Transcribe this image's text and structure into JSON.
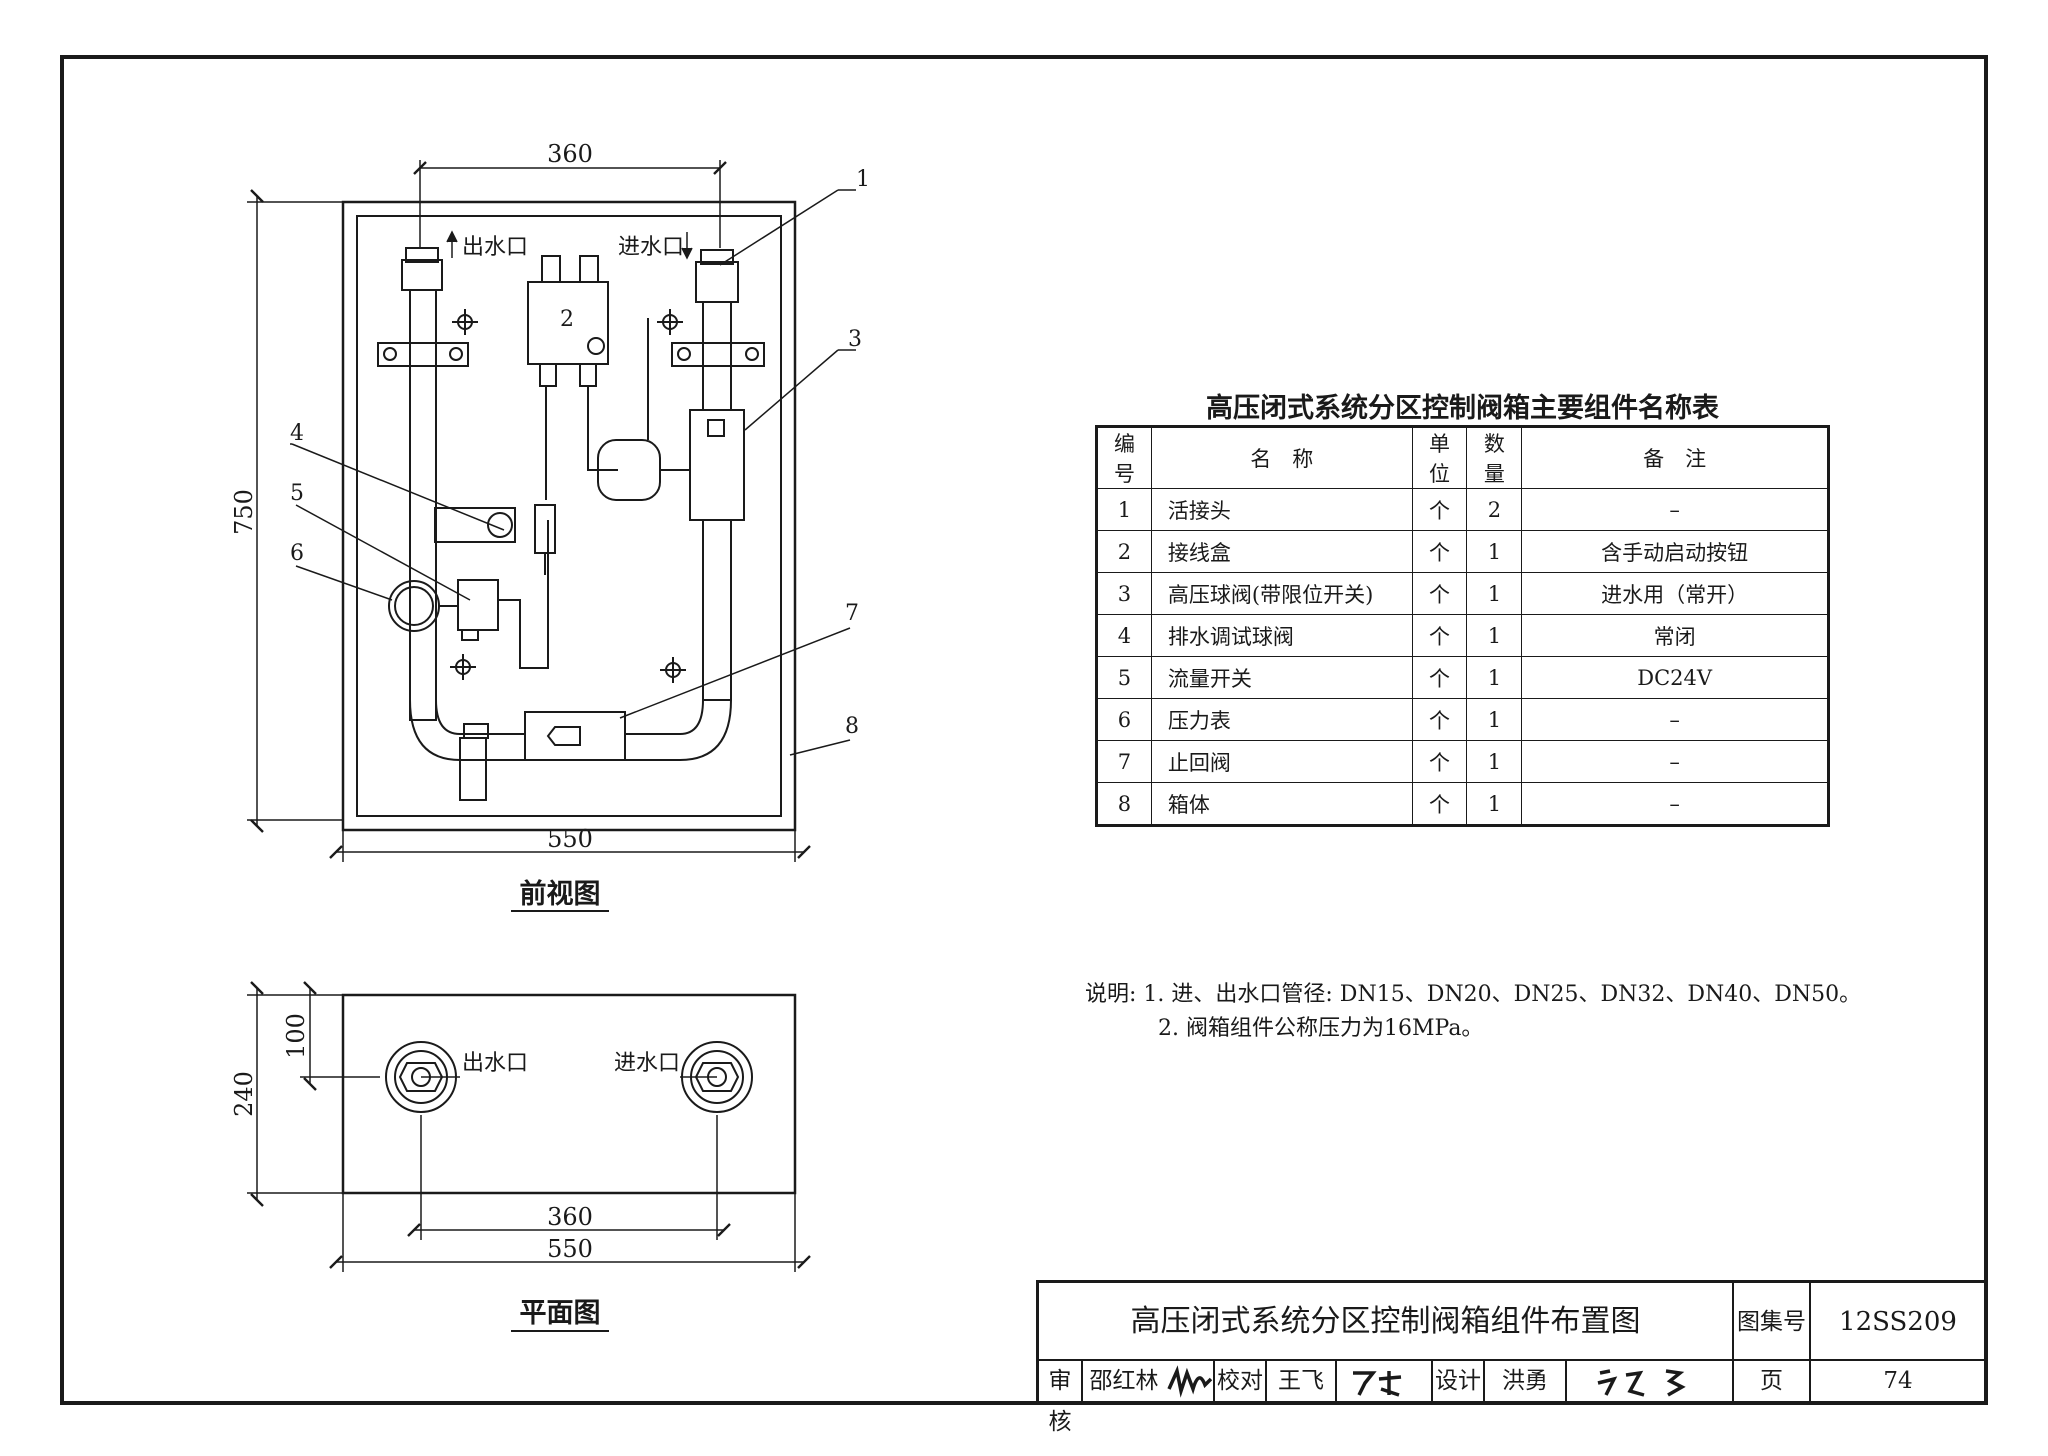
{
  "front_view": {
    "caption": "前视图",
    "dim_width": "550",
    "dim_height": "750",
    "dim_spacing": "360",
    "outlet_label": "出水口",
    "inlet_label": "进水口",
    "callouts": [
      "1",
      "2",
      "3",
      "4",
      "5",
      "6",
      "7",
      "8"
    ]
  },
  "plan_view": {
    "caption": "平面图",
    "dim_width": "550",
    "dim_depth": "240",
    "dim_offset": "100",
    "dim_spacing": "360",
    "outlet_label": "出水口",
    "inlet_label": "进水口"
  },
  "table": {
    "title": "高压闭式系统分区控制阀箱主要组件名称表",
    "headers": [
      "编号",
      "名　称",
      "单位",
      "数量",
      "备　注"
    ],
    "rows": [
      [
        "1",
        "活接头",
        "个",
        "2",
        "–"
      ],
      [
        "2",
        "接线盒",
        "个",
        "1",
        "含手动启动按钮"
      ],
      [
        "3",
        "高压球阀(带限位开关)",
        "个",
        "1",
        "进水用（常开）"
      ],
      [
        "4",
        "排水调试球阀",
        "个",
        "1",
        "常闭"
      ],
      [
        "5",
        "流量开关",
        "个",
        "1",
        "DC24V"
      ],
      [
        "6",
        "压力表",
        "个",
        "1",
        "–"
      ],
      [
        "7",
        "止回阀",
        "个",
        "1",
        "–"
      ],
      [
        "8",
        "箱体",
        "个",
        "1",
        "–"
      ]
    ]
  },
  "notes": {
    "label": "说明:",
    "items": [
      "1. 进、出水口管径: DN15、DN20、DN25、DN32、DN40、DN50。",
      "2. 阀箱组件公称压力为16MPa。"
    ]
  },
  "title_block": {
    "title": "高压闭式系统分区控制阀箱组件布置图",
    "atlas_label": "图集号",
    "atlas_no": "12SS209",
    "review_label": "审核",
    "reviewer": "邵红林",
    "check_label": "校对",
    "checker": "王飞",
    "design_label": "设计",
    "designer": "洪勇",
    "page_label": "页",
    "page_no": "74"
  }
}
